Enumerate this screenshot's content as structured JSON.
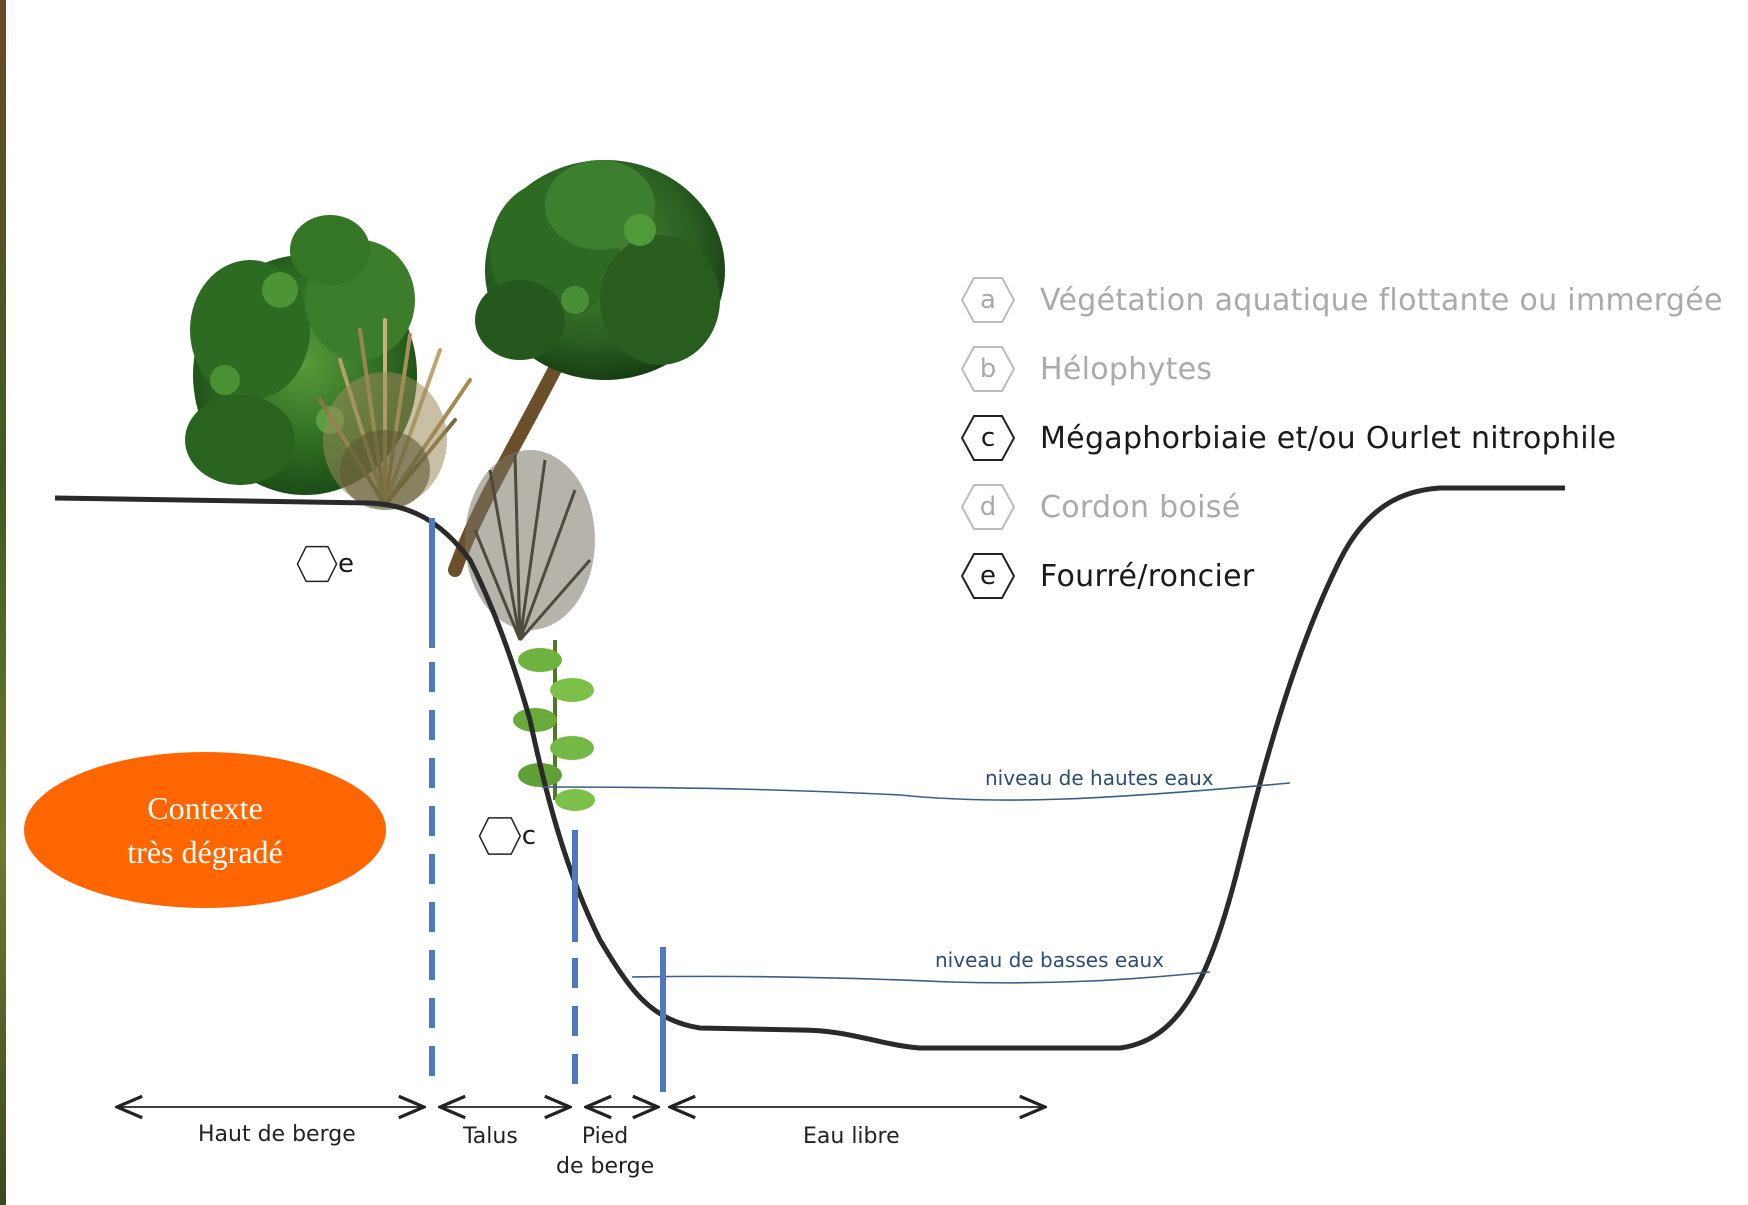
{
  "legend": {
    "items": [
      {
        "letter": "a",
        "label": "Végétation aquatique flottante ou immergée",
        "active": false
      },
      {
        "letter": "b",
        "label": "Hélophytes",
        "active": false
      },
      {
        "letter": "c",
        "label": "Mégaphorbiaie et/ou Ourlet nitrophile",
        "active": true
      },
      {
        "letter": "d",
        "label": "Cordon boisé",
        "active": false
      },
      {
        "letter": "e",
        "label": "Fourré/roncier",
        "active": true
      }
    ]
  },
  "badges": {
    "e": "e",
    "c": "c"
  },
  "water_levels": {
    "high": "niveau de hautes eaux",
    "low": "niveau de basses eaux"
  },
  "zones": {
    "haut": "Haut de berge",
    "talus": "Talus",
    "pied_line1": "Pied",
    "pied_line2": "de berge",
    "eau": "Eau libre"
  },
  "context": {
    "line1": "Contexte",
    "line2": "très dégradé"
  },
  "colors": {
    "context_fill": "#ff6600",
    "divider_blue": "#4f79bd",
    "water_line": "#3a5f85",
    "profile": "#2a2a2a",
    "faded_text": "#aaaaaa"
  }
}
